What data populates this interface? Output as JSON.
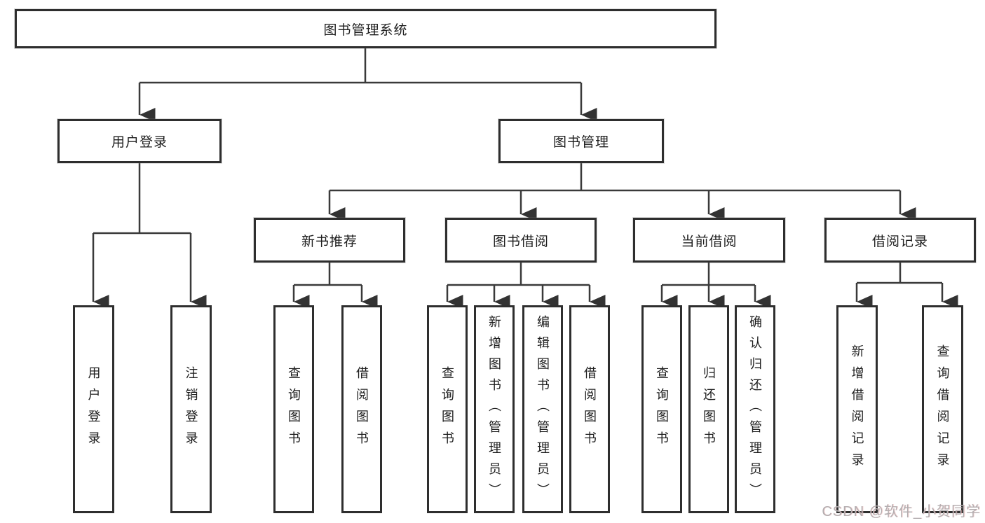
{
  "diagram": {
    "root": {
      "label": "图书管理系统"
    },
    "level2": [
      {
        "label": "用户登录"
      },
      {
        "label": "图书管理"
      }
    ],
    "level3": [
      {
        "label": "新书推荐"
      },
      {
        "label": "图书借阅"
      },
      {
        "label": "当前借阅"
      },
      {
        "label": "借阅记录"
      }
    ],
    "leaves": {
      "user_login": [
        "用户登录",
        "注销登录"
      ],
      "new_book": [
        "查询图书",
        "借阅图书"
      ],
      "borrow": [
        "查询图书",
        "新增图书（管理员）",
        "编辑图书（管理员）",
        "借阅图书"
      ],
      "current": [
        "查询图书",
        "归还图书",
        "确认归还（管理员）"
      ],
      "records": [
        "新增借阅记录",
        "查询借阅记录"
      ]
    },
    "line_color": "#3a3a3a"
  },
  "watermark": {
    "text": "CSDN @软件_小贺同学"
  }
}
